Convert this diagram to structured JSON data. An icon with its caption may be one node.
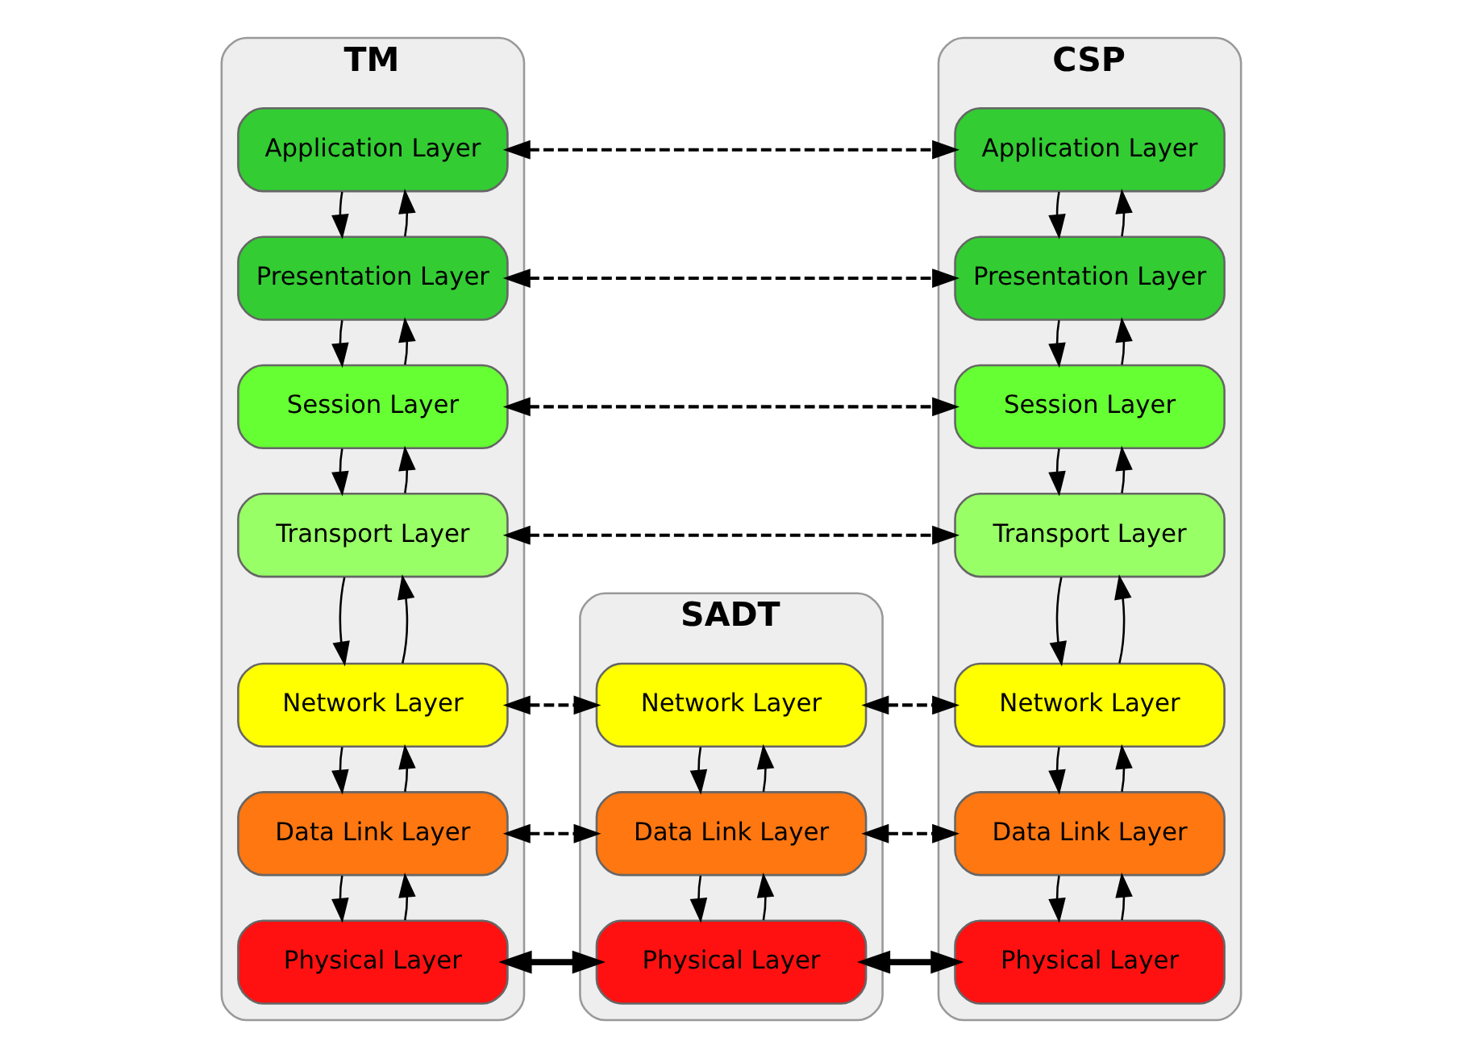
{
  "diagram": {
    "nodes": [
      {
        "text": [
          "TM"
        ]
      },
      {
        "text": [
          "Application Layer"
        ],
        "in": 0
      },
      {
        "text": [
          "Presentation Layer"
        ],
        "in": 0
      },
      {
        "text": [
          "Session Layer"
        ],
        "in": 0
      },
      {
        "text": [
          "Transport Layer"
        ],
        "in": 0
      },
      {
        "text": [
          "Network Layer"
        ],
        "in": 0
      },
      {
        "text": [
          "Data Link Layer"
        ],
        "in": 0
      },
      {
        "text": [
          "Physical Layer"
        ],
        "in": 0
      },
      {
        "text": [
          "SADT"
        ]
      },
      {
        "text": [
          "Network Layer"
        ],
        "in": 8
      },
      {
        "text": [
          "Data Link Layer"
        ],
        "in": 8
      },
      {
        "text": [
          "Physical Layer"
        ],
        "in": 8
      },
      {
        "text": [
          "CSP"
        ]
      },
      {
        "text": [
          "Application Layer"
        ],
        "in": 12
      },
      {
        "text": [
          "Presentation Layer"
        ],
        "in": 12
      },
      {
        "text": [
          "Session Layer"
        ],
        "in": 12
      },
      {
        "text": [
          "Transport Layer"
        ],
        "in": 12
      },
      {
        "text": [
          "Network Layer"
        ],
        "in": 12
      },
      {
        "text": [
          "Data Link Layer"
        ],
        "in": 12
      },
      {
        "text": [
          "Physical Layer"
        ],
        "in": 12
      }
    ],
    "edges": [
      {
        "from": 1,
        "to": 2,
        "arrow": "to"
      },
      {
        "from": 2,
        "to": 1,
        "arrow": "to"
      },
      {
        "from": 2,
        "to": 3,
        "arrow": "to"
      },
      {
        "from": 3,
        "to": 2,
        "arrow": "to"
      },
      {
        "from": 3,
        "to": 4,
        "arrow": "to"
      },
      {
        "from": 4,
        "to": 3,
        "arrow": "to"
      },
      {
        "from": 4,
        "to": 5,
        "arrow": "to"
      },
      {
        "from": 5,
        "to": 4,
        "arrow": "to"
      },
      {
        "from": 5,
        "to": 6,
        "arrow": "to"
      },
      {
        "from": 6,
        "to": 5,
        "arrow": "to"
      },
      {
        "from": 6,
        "to": 7,
        "arrow": "to"
      },
      {
        "from": 7,
        "to": 6,
        "arrow": "to"
      },
      {
        "from": 9,
        "to": 10,
        "arrow": "to"
      },
      {
        "from": 10,
        "to": 9,
        "arrow": "to"
      },
      {
        "from": 10,
        "to": 11,
        "arrow": "to"
      },
      {
        "from": 11,
        "to": 10,
        "arrow": "to"
      },
      {
        "from": 13,
        "to": 14,
        "arrow": "to"
      },
      {
        "from": 14,
        "to": 13,
        "arrow": "to"
      },
      {
        "from": 14,
        "to": 15,
        "arrow": "to"
      },
      {
        "from": 15,
        "to": 14,
        "arrow": "to"
      },
      {
        "from": 15,
        "to": 16,
        "arrow": "to"
      },
      {
        "from": 16,
        "to": 15,
        "arrow": "to"
      },
      {
        "from": 16,
        "to": 17,
        "arrow": "to"
      },
      {
        "from": 17,
        "to": 16,
        "arrow": "to"
      },
      {
        "from": 17,
        "to": 18,
        "arrow": "to"
      },
      {
        "from": 18,
        "to": 17,
        "arrow": "to"
      },
      {
        "from": 18,
        "to": 19,
        "arrow": "to"
      },
      {
        "from": 19,
        "to": 18,
        "arrow": "to"
      },
      {
        "from": 1,
        "to": 13,
        "arrow": "both",
        "style": "dashed"
      },
      {
        "from": 2,
        "to": 14,
        "arrow": "both",
        "style": "dashed"
      },
      {
        "from": 3,
        "to": 15,
        "arrow": "both",
        "style": "dashed"
      },
      {
        "from": 4,
        "to": 16,
        "arrow": "both",
        "style": "dashed"
      },
      {
        "from": 5,
        "to": 9,
        "arrow": "both",
        "style": "dashed"
      },
      {
        "from": 9,
        "to": 17,
        "arrow": "both",
        "style": "dashed"
      },
      {
        "from": 6,
        "to": 10,
        "arrow": "both",
        "style": "dashed"
      },
      {
        "from": 10,
        "to": 18,
        "arrow": "both",
        "style": "dashed"
      },
      {
        "from": 7,
        "to": 11,
        "arrow": "both",
        "style": "thick"
      },
      {
        "from": 11,
        "to": 19,
        "arrow": "both",
        "style": "thick"
      }
    ]
  }
}
